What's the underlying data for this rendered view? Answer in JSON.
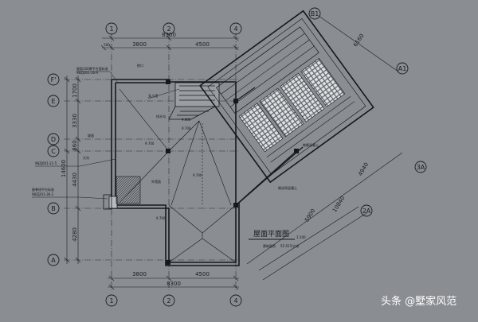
{
  "axes": {
    "top": [
      "1",
      "2",
      "4"
    ],
    "bottom": [
      "1",
      "2",
      "4"
    ],
    "left": [
      "F'",
      "E",
      "D",
      "C",
      "B",
      "A"
    ],
    "rotated": [
      "B1",
      "A1",
      "3A",
      "2A"
    ]
  },
  "dimensions": {
    "top_total": "8300",
    "top_left": "3800",
    "top_right": "4500",
    "top_small": "500",
    "bottom_total": "8300",
    "bottom_left": "3800",
    "bottom_right": "4500",
    "left_segments": [
      "1700",
      "3330",
      "860",
      "14600",
      "4430",
      "4280"
    ],
    "rot_top": "6160",
    "rot_a": "4940",
    "rot_b": "5900",
    "rot_c": "10840"
  },
  "elevations": [
    "9.800",
    "9.700",
    "9.700",
    "9.700",
    "9.700"
  ],
  "title": {
    "main": "屋面平面图",
    "scale": "1:100",
    "note": "建筑面积",
    "area": "55.55平方米"
  },
  "annotations": {
    "n1": "屋面100厚平台面标准",
    "n2": "98ZJ001-20-A",
    "n3": "98ZJ001-21-5",
    "n4": "98ZJ201-36-2",
    "n5": "屋脊线平台标准",
    "n6": "勒脚混凝土",
    "n7": "女儿墙",
    "n8": "檐口",
    "n9": "排水沟",
    "n10": "外墙面",
    "n11": "钢丝网混凝土",
    "n12": "坡面",
    "n13": "天沟"
  },
  "watermark": "头条 @墅家风范"
}
